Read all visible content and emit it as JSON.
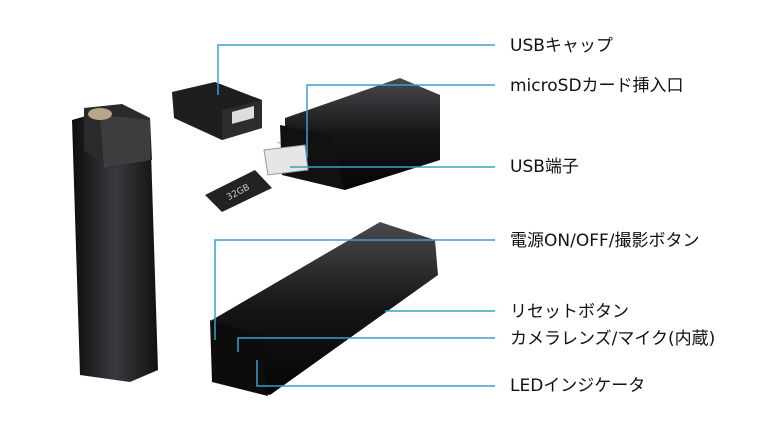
{
  "labels": {
    "usb_cap": "USBキャップ",
    "microsd_slot": "microSDカード挿入口",
    "usb_terminal": "USB端子",
    "power_button": "電源ON/OFF/撮影ボタン",
    "reset_button": "リセットボタン",
    "camera_mic": "カメラレンズ/マイク(内蔵)",
    "led": "LEDインジケータ"
  },
  "sd_card_text": "32GB",
  "colors": {
    "leader_line": "#3a9fd0",
    "device": "#1c1c1e",
    "arrow": "#6ec4f0"
  }
}
